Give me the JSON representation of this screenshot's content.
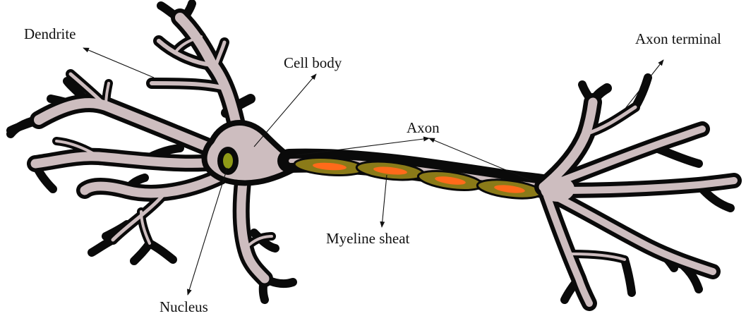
{
  "labels": {
    "dendrite": "Dendrite",
    "cell_body": "Cell body",
    "axon_terminal": "Axon terminal",
    "axon": "Axon",
    "myeline_sheat": "Myeline sheat",
    "nucleus": "Nucleus"
  },
  "colors": {
    "outline": "#0a0a0a",
    "cytoplasm": "#cdbdbf",
    "nucleus": "#8f9a17",
    "myelin": "#8a7a18",
    "node": "#ff6a1a"
  }
}
